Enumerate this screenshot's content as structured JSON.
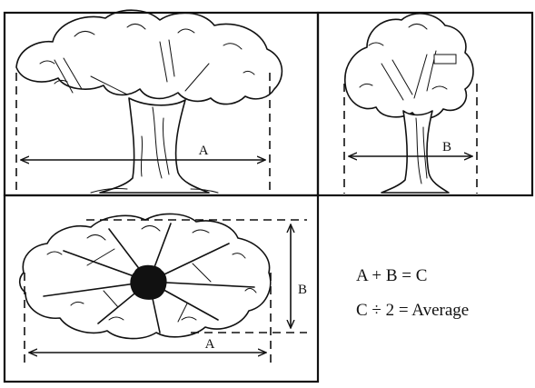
{
  "labels": {
    "a_front": "A",
    "b_side": "B",
    "a_top": "A",
    "b_top": "B"
  },
  "formula": {
    "line1": "A + B = C",
    "line2": "C ÷ 2 = Average"
  }
}
